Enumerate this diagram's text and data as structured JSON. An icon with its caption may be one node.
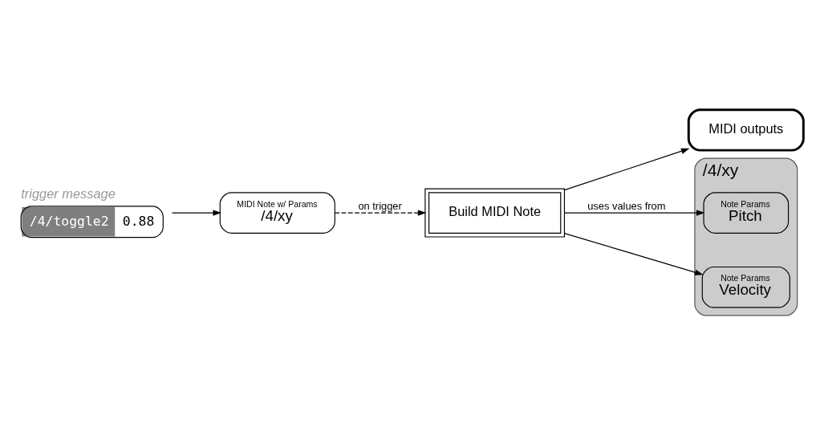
{
  "diagram": {
    "nodes": [
      {
        "text": [
          "/4/toggle2",
          "0.88"
        ],
        "beside": [
          "trigger message"
        ]
      },
      {
        "text": [
          "MIDI Note w/ Params",
          "/4/xy"
        ]
      },
      {
        "text": [
          "Build MIDI Note"
        ]
      },
      {
        "text": [
          "MIDI outputs"
        ]
      },
      {
        "text": [
          "/4/xy"
        ]
      },
      {
        "text": [
          "Note Params",
          "Pitch"
        ],
        "in": 4
      },
      {
        "text": [
          "Note Params",
          "Velocity"
        ],
        "in": 4
      }
    ],
    "edges": [
      {
        "from": 0,
        "to": 1,
        "arrow": "to"
      },
      {
        "from": 1,
        "to": 2,
        "arrow": "to",
        "style": "dashed",
        "label": "on trigger"
      },
      {
        "from": 2,
        "to": 3,
        "arrow": "to"
      },
      {
        "from": 2,
        "to": 5,
        "arrow": "to",
        "label": "uses values from"
      },
      {
        "from": 2,
        "to": 6,
        "arrow": "to"
      }
    ]
  }
}
